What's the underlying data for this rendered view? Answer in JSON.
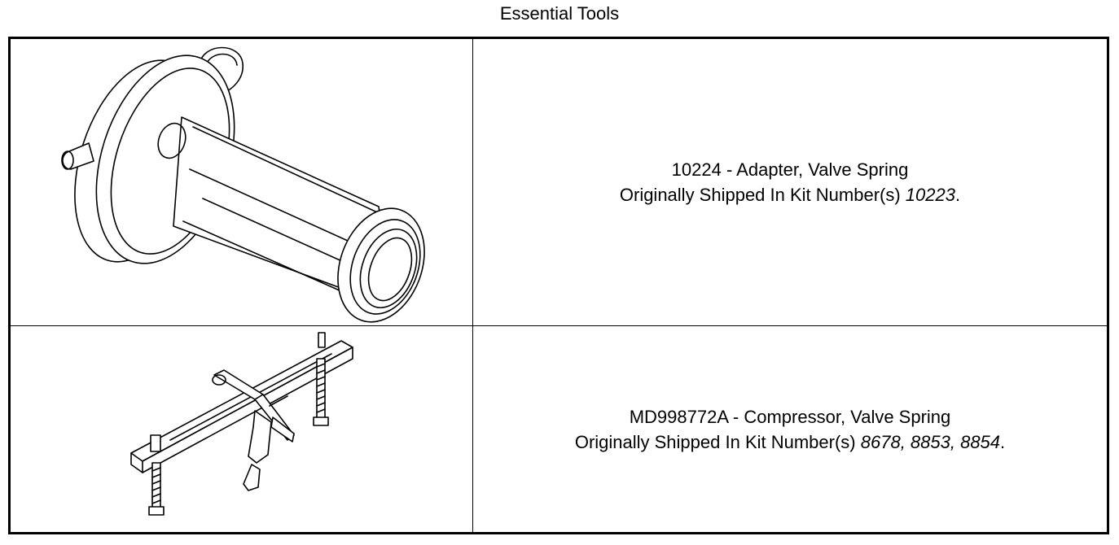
{
  "title": "Essential Tools",
  "tools": [
    {
      "name": "10224 - Adapter, Valve Spring",
      "kit_prefix": "Originally Shipped In Kit Number(s) ",
      "kits": "10223",
      "kit_suffix": ".",
      "icon": "valve-spring-adapter-icon"
    },
    {
      "name": "MD998772A - Compressor, Valve Spring",
      "kit_prefix": "Originally Shipped In Kit Number(s) ",
      "kits": "8678, 8853, 8854",
      "kit_suffix": ".",
      "icon": "valve-spring-compressor-icon"
    }
  ]
}
